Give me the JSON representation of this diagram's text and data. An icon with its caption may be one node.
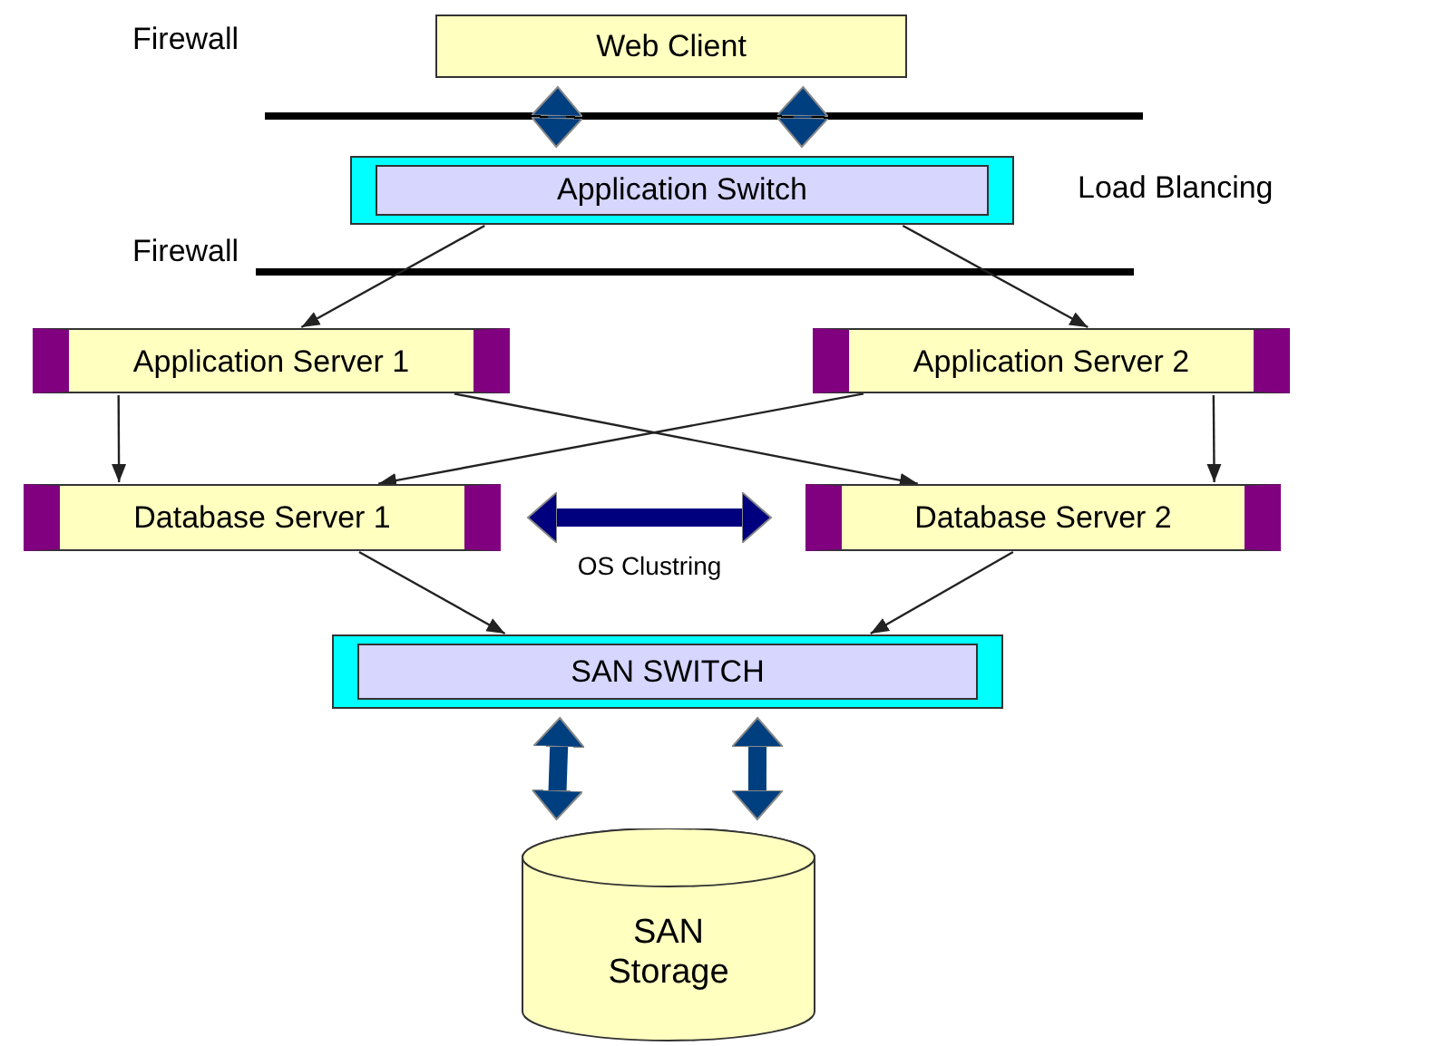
{
  "diagram": {
    "nodes": [
      {
        "text": [
          "Web Client"
        ]
      },
      {
        "text": [
          "Application Switch"
        ],
        "beside": [
          "Load Blancing"
        ]
      },
      {
        "text": [
          "Application Server 1"
        ]
      },
      {
        "text": [
          "Application Server 2"
        ]
      },
      {
        "text": [
          "Database Server 1"
        ]
      },
      {
        "text": [
          "Database Server 2"
        ]
      },
      {
        "text": [
          "SAN SWITCH"
        ]
      },
      {
        "text": [
          "SAN Storage"
        ]
      }
    ],
    "edges": [
      {
        "from": 0,
        "to": 1,
        "arrow": "both",
        "style": "thick",
        "color": "#003f7f"
      },
      {
        "from": 0,
        "to": 1,
        "arrow": "both",
        "style": "thick",
        "color": "#003f7f"
      },
      {
        "from": 1,
        "to": 2,
        "arrow": "to"
      },
      {
        "from": 1,
        "to": 3,
        "arrow": "to"
      },
      {
        "from": 2,
        "to": 4,
        "arrow": "to"
      },
      {
        "from": 2,
        "to": 5,
        "arrow": "to"
      },
      {
        "from": 3,
        "to": 4,
        "arrow": "to"
      },
      {
        "from": 3,
        "to": 5,
        "arrow": "to"
      },
      {
        "from": 4,
        "to": 5,
        "arrow": "both",
        "label": "OS Clustring",
        "style": "thick",
        "color": "#00007f"
      },
      {
        "from": 4,
        "to": 6,
        "arrow": "to"
      },
      {
        "from": 5,
        "to": 6,
        "arrow": "to"
      },
      {
        "from": 6,
        "to": 7,
        "arrow": "both",
        "style": "thick",
        "color": "#003f7f"
      },
      {
        "from": 6,
        "to": 7,
        "arrow": "both",
        "style": "thick",
        "color": "#003f7f"
      }
    ],
    "labels": [
      "Firewall",
      "Firewall"
    ]
  }
}
